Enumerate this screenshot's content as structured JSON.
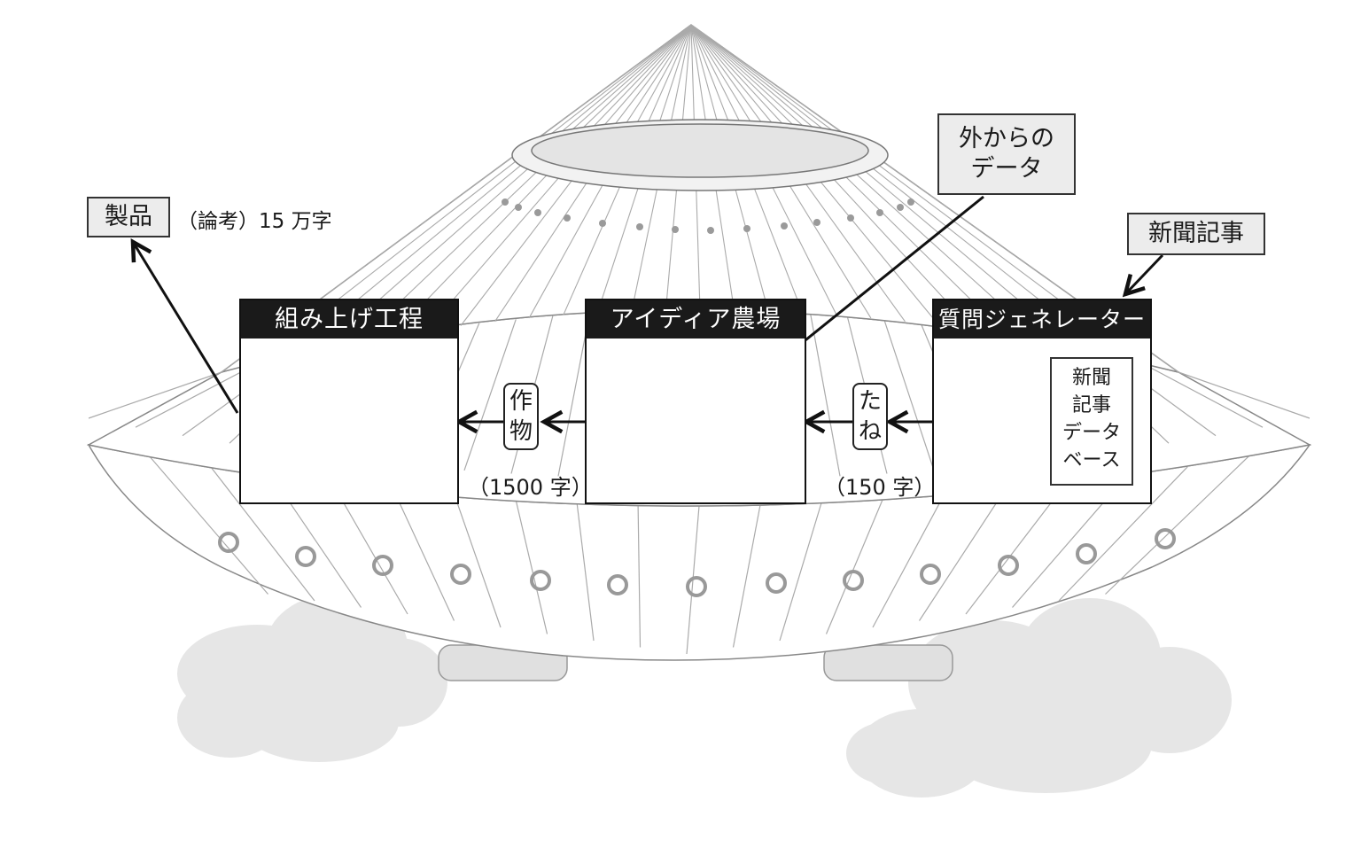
{
  "product": {
    "label": "製品",
    "note": "（論考）15 万字"
  },
  "external_data": {
    "line1": "外からの",
    "line2": "データ"
  },
  "news_articles": {
    "label": "新聞記事"
  },
  "stages": {
    "assembly": {
      "title": "組み上げ工程"
    },
    "idea_farm": {
      "title": "アイディア農場"
    },
    "question_generator": {
      "title": "質問ジェネレーター",
      "database": {
        "line1": "新聞",
        "line2": "記事",
        "line3": "データ",
        "line4": "ベース"
      }
    }
  },
  "crop": {
    "char1": "作",
    "char2": "物",
    "count": "（1500 字）"
  },
  "seed": {
    "char1": "た",
    "char2": "ね",
    "count": "（150 字）"
  }
}
